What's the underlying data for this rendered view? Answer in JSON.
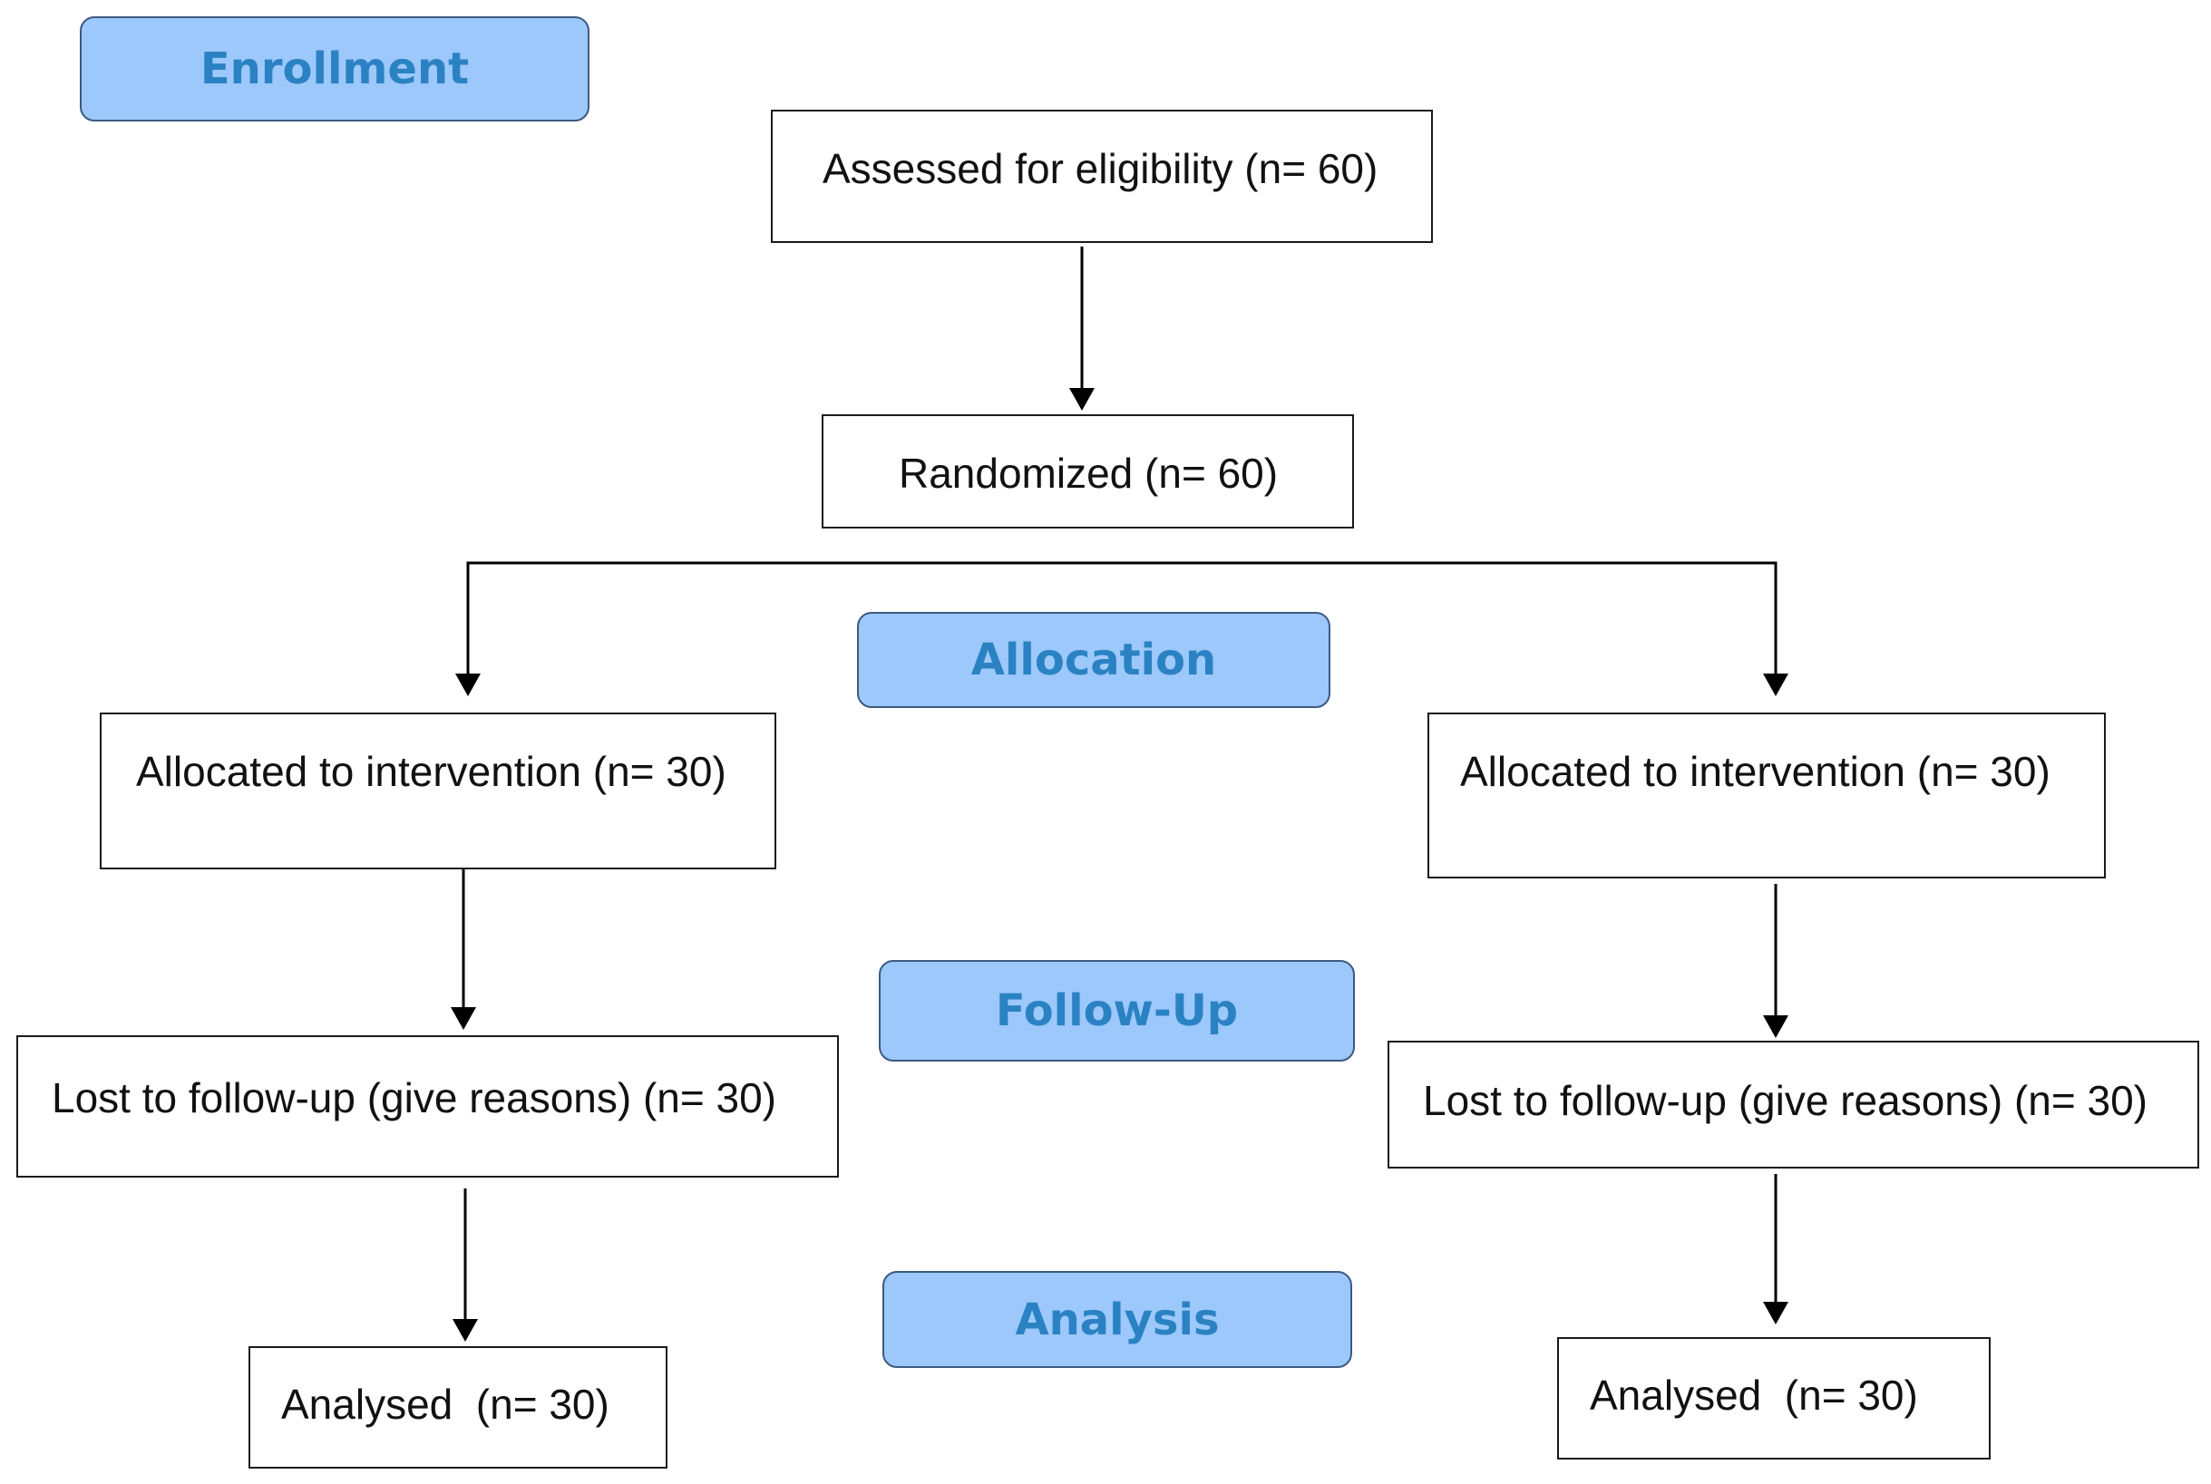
{
  "stages": {
    "enrollment": "Enrollment",
    "allocation": "Allocation",
    "follow_up": "Follow-Up",
    "analysis": "Analysis"
  },
  "boxes": {
    "assessed": "Assessed for eligibility (n= 60)",
    "randomized": "Randomized (n= 60)",
    "left": {
      "allocated": "Allocated to intervention (n= 30)",
      "lost": "Lost to follow-up (give reasons) (n= 30)",
      "analysed": "Analysed  (n= 30)"
    },
    "right": {
      "allocated": "Allocated to intervention (n= 30)",
      "lost": "Lost to follow-up (give reasons) (n= 30)",
      "analysed": "Analysed  (n= 30)"
    }
  },
  "colors": {
    "stage_fill": "#9cc8fb",
    "stage_text": "#2b82c3",
    "stage_border": "#3d5a80",
    "line": "#000000"
  }
}
